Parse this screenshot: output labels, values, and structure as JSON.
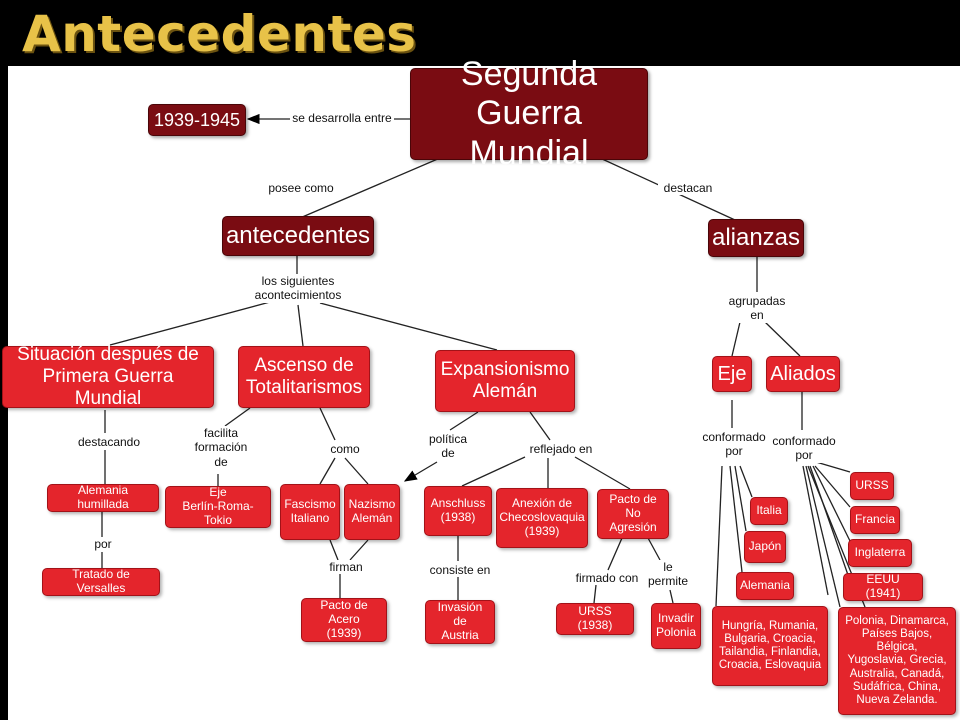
{
  "slide": {
    "title": "Antecedentes"
  },
  "nodes": {
    "main": "Segunda\nGuerra Mundial",
    "years": "1939-1945",
    "antecedentes": "antecedentes",
    "alianzas": "alianzas",
    "situacion": "Situación después de\nPrimera Guerra Mundial",
    "ascenso": "Ascenso de\nTotalitarismos",
    "expansionismo": "Expansionismo\nAlemán",
    "eje": "Eje",
    "aliados": "Aliados",
    "alemania_humillada": "Alemania humillada",
    "versalles": "Tratado de Versalles",
    "eje_brt": "Eje\nBerlín-Roma-Tokio",
    "fascismo": "Fascismo\nItaliano",
    "nazismo": "Nazismo\nAlemán",
    "pacto_acero": "Pacto de Acero\n(1939)",
    "anschluss": "Anschluss\n(1938)",
    "anexion": "Anexión de\nChecoslovaquia\n(1939)",
    "pacto_no_agresion": "Pacto de\nNo Agresión",
    "invasion_austria": "Invasión de\nAustria",
    "urss_1938": "URSS (1938)",
    "invadir_polonia": "Invadir\nPolonia",
    "italia": "Italia",
    "japon": "Japón",
    "alemania": "Alemania",
    "eje_otros": "Hungría, Rumania,\nBulgaria, Croacia,\nTailandia, Finlandia,\nCroacia, Eslovaquia",
    "urss": "URSS",
    "francia": "Francia",
    "inglaterra": "Inglaterra",
    "eeuu": "EEUU (1941)",
    "aliados_otros": "Polonia, Dinamarca,\nPaíses Bajos, Bélgica,\nYugoslavia, Grecia,\nAustralia, Canadá,\nSudáfrica, China,\nNueva Zelanda."
  },
  "links": {
    "se_desarrolla": "se desarrolla entre",
    "posee_como": "posee como",
    "destacan": "destacan",
    "los_siguientes": "los siguientes\nacontecimientos",
    "agrupadas_en": "agrupadas\nen",
    "destacando": "destacando",
    "por": "por",
    "facilita": "facilita\nformación\nde",
    "como": "como",
    "firman": "firman",
    "politica_de": "política\nde",
    "reflejado_en": "reflejado en",
    "consiste_en": "consiste en",
    "firmado_con": "firmado con",
    "le_permite": "le\npermite",
    "conformado_eje": "conformado\npor",
    "conformado_aliados": "conformado\npor"
  }
}
